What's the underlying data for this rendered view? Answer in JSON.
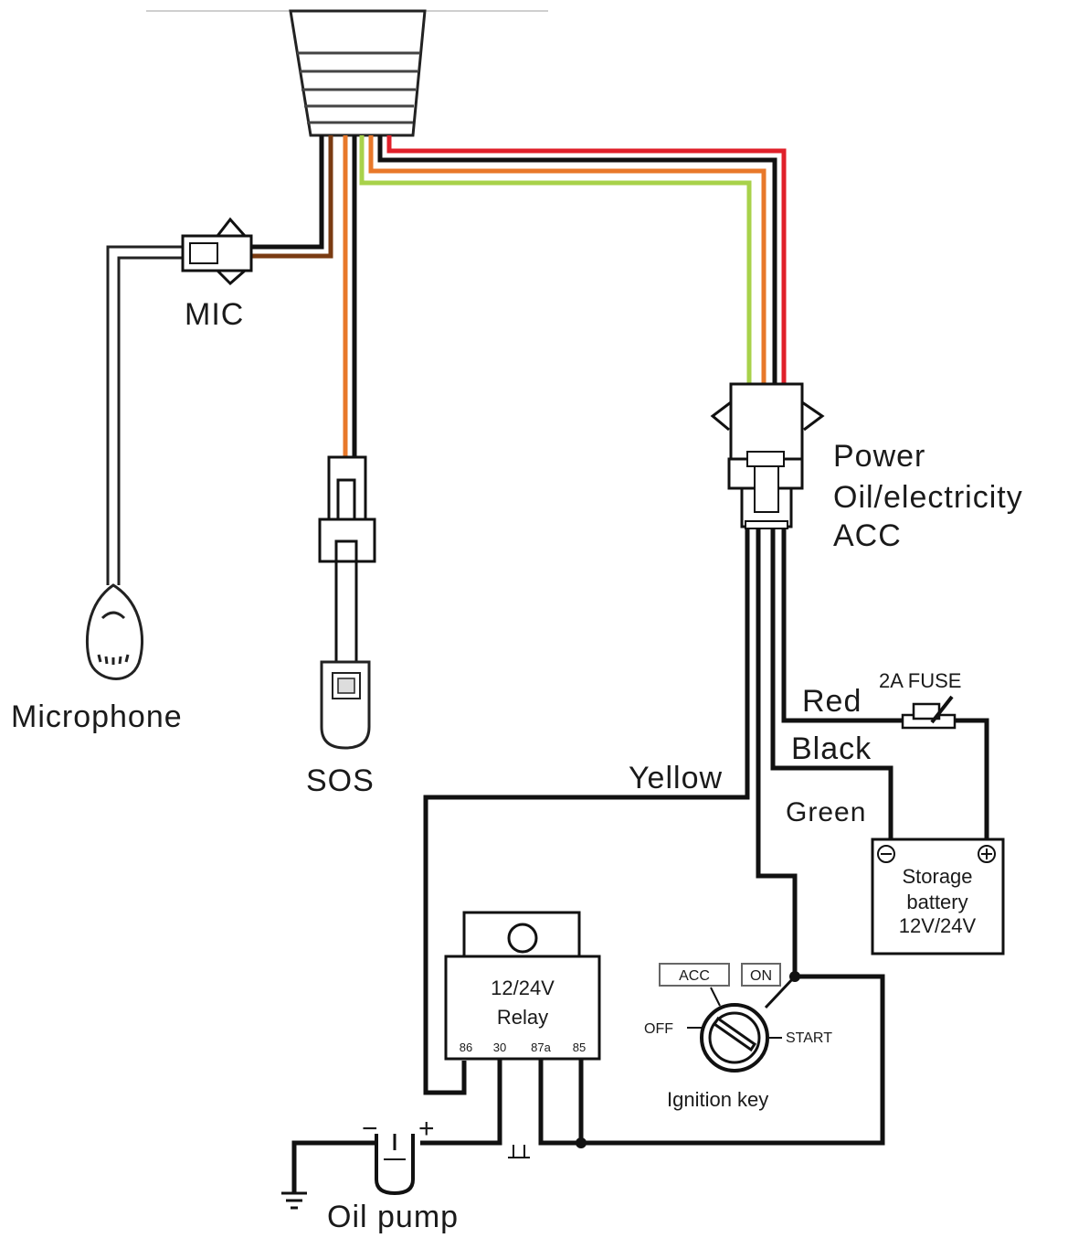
{
  "labels": {
    "mic": "MIC",
    "microphone": "Microphone",
    "sos": "SOS",
    "power": "Power",
    "oil_electricity": "Oil/electricity",
    "acc": "ACC",
    "fuse": "2A  FUSE",
    "red": "Red",
    "black": "Black",
    "green": "Green",
    "yellow": "Yellow",
    "battery_line1": "Storage",
    "battery_line2": "battery",
    "battery_line3": "12V/24V",
    "relay_line1": "12/24V",
    "relay_line2": "Relay",
    "relay_pins": [
      "86",
      "30",
      "87a",
      "85"
    ],
    "key_acc": "ACC",
    "key_on": "ON",
    "key_off": "OFF",
    "key_start": "START",
    "ignition_key": "Ignition key",
    "oil_pump": "Oil pump",
    "minus": "−",
    "plus": "+"
  },
  "colors": {
    "wire_red": "#e0202a",
    "wire_black": "#111111",
    "wire_orange": "#e8782a",
    "wire_green": "#a8d24a",
    "wire_brown": "#7a3b12"
  }
}
